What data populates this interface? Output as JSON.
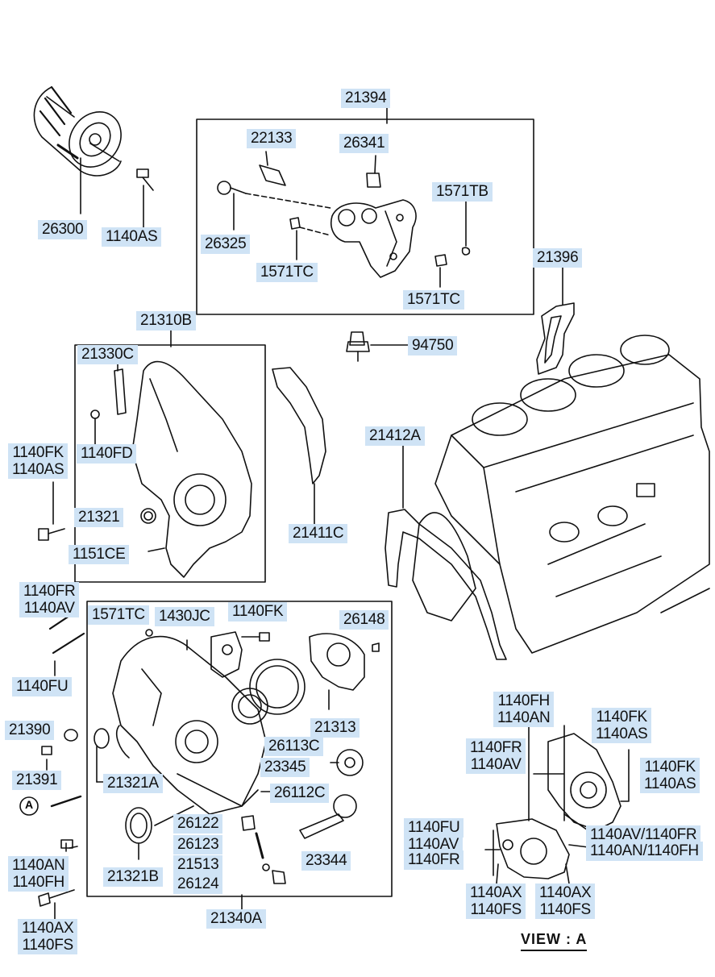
{
  "labels": {
    "p21394": "21394",
    "p22133": "22133",
    "p26341": "26341",
    "p1571TB": "1571TB",
    "p26300": "26300",
    "p1140AS_top": "1140AS",
    "p26325": "26325",
    "p1571TC_a": "1571TC",
    "p1571TC_b": "1571TC",
    "p21396": "21396",
    "p21310B": "21310B",
    "p94750": "94750",
    "p21330C": "21330C",
    "p1140FD": "1140FD",
    "p1140FK_1140AS_left": "1140FK\n1140AS",
    "p21412A": "21412A",
    "p21321": "21321",
    "p21411C": "21411C",
    "p1151CE": "1151CE",
    "p1140FR_1140AV": "1140FR\n1140AV",
    "p1571TC_c": "1571TC",
    "p1430JC": "1430JC",
    "p1140FK_mid": "1140FK",
    "p26148": "26148",
    "p1140FU_left": "1140FU",
    "p21390": "21390",
    "p21313": "21313",
    "p26113C": "26113C",
    "p21391": "21391",
    "p23345": "23345",
    "p21321A": "21321A",
    "p26112C": "26112C",
    "pA": "A",
    "p26122": "26122",
    "p26123": "26123",
    "p21513": "21513",
    "p1140AN_1140FH": "1140AN\n1140FH",
    "p21321B": "21321B",
    "p23344": "23344",
    "p26124": "26124",
    "p21340A": "21340A",
    "p1140AX_1140FS_left": "1140AX\n1140FS",
    "v1140FH_1140AN": "1140FH\n1140AN",
    "v1140FK_1140AS_a": "1140FK\n1140AS",
    "v1140FR_1140AV": "1140FR\n1140AV",
    "v1140FK_1140AS_b": "1140FK\n1140AS",
    "v1140FU": "1140FU",
    "v1140AV": "1140AV",
    "v1140FR": "1140FR",
    "v1140AV_1140FR": "1140AV/1140FR",
    "v1140AN_1140FH": "1140AN/1140FH",
    "v1140AX_1140FS_a": "1140AX\n1140FS",
    "v1140AX_1140FS_b": "1140AX\n1140FS",
    "view_title": "VIEW : A"
  }
}
